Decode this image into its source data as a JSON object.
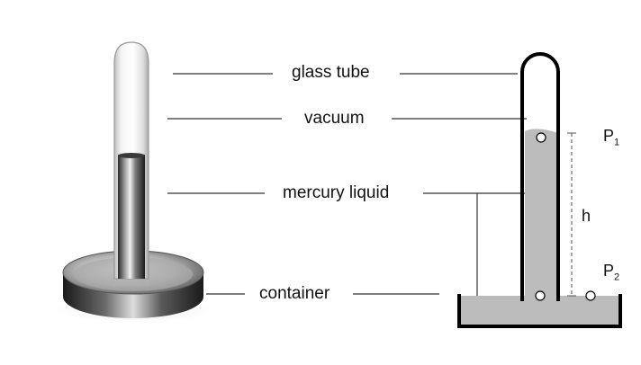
{
  "labels": {
    "glass_tube": "glass tube",
    "vacuum": "vacuum",
    "mercury_liquid": "mercury liquid",
    "container": "container"
  },
  "symbols": {
    "p": "P",
    "p1_sub": "1",
    "p2_sub": "2",
    "h": "h"
  },
  "colors": {
    "mercury_fill": "#bcbcbc",
    "outline": "#000000",
    "leader": "#333333"
  }
}
